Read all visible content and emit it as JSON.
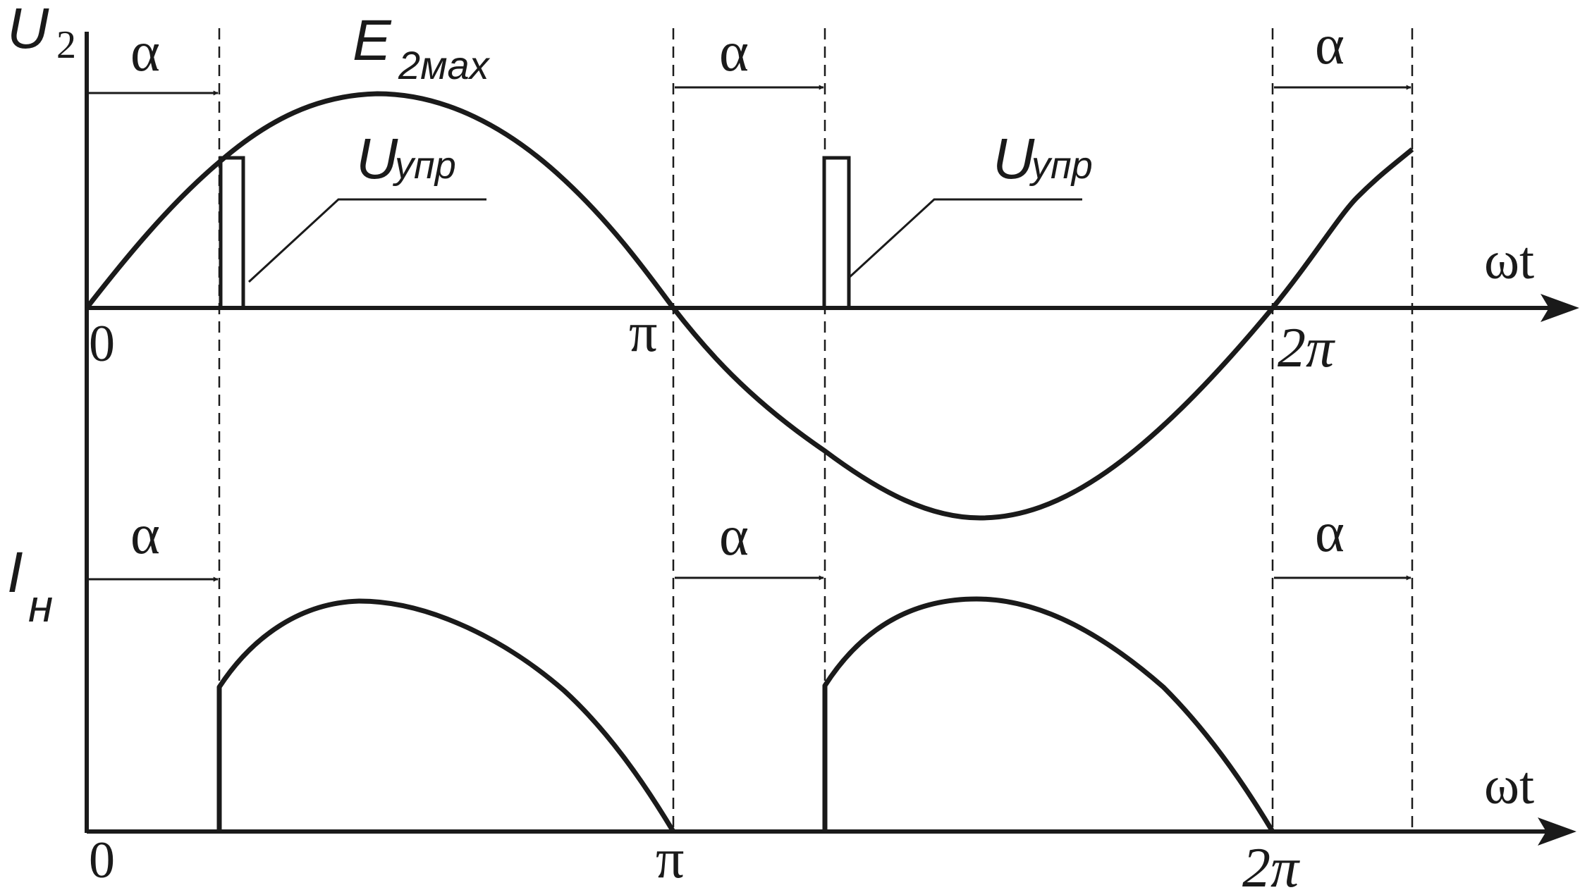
{
  "labels": {
    "u2_main": "U",
    "u2_sub": "2",
    "in_main": "I",
    "in_sub": "н",
    "e2max_main": "E",
    "e2max_sub": "2мах",
    "uupr_main": "U",
    "uupr_sub": "упр",
    "alpha": "α",
    "omega_t": "ωt",
    "zero": "0",
    "pi": "π",
    "two_pi": "2π"
  },
  "colors": {
    "ink": "#1a1a1a",
    "background": "#ffffff"
  }
}
